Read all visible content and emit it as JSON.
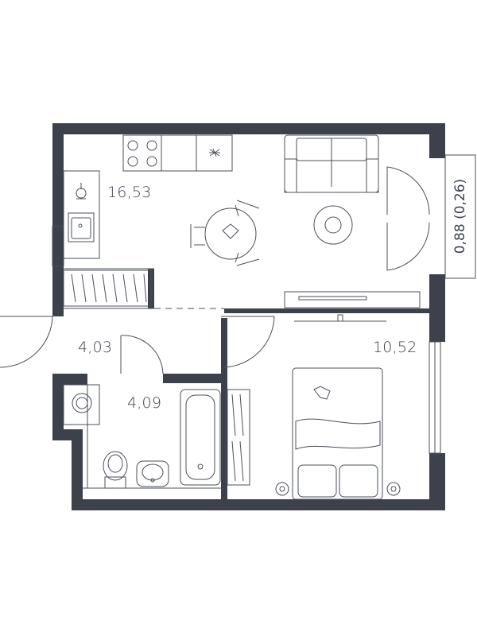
{
  "plan": {
    "wall_color": "#3d414c",
    "line_color": "#4a4f5a",
    "rooms": [
      {
        "id": "kitchen-living",
        "area": "16,53"
      },
      {
        "id": "hallway",
        "area": "4,03"
      },
      {
        "id": "bathroom",
        "area": "4,09"
      },
      {
        "id": "bedroom",
        "area": "10,52"
      }
    ],
    "balcony": {
      "area": "0,88 (0,26)"
    },
    "furniture": [
      "stove-icon",
      "sink-icon",
      "washing-machine-icon",
      "toilet-icon",
      "washbasin-icon",
      "bathtub-icon",
      "sofa-icon",
      "dining-table-icon",
      "coffee-table-icon",
      "tv-stand-icon",
      "bed-icon",
      "wardrobe-icon",
      "radiator-icon"
    ]
  }
}
